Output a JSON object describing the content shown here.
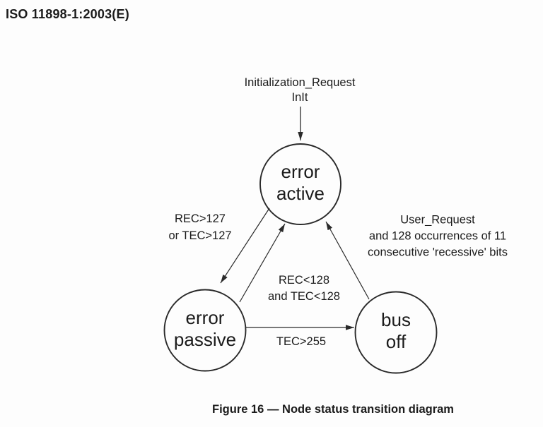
{
  "page": {
    "header": "ISO 11898-1:2003(E)",
    "caption": "Figure 16 — Node status transition diagram"
  },
  "diagram": {
    "states": [
      {
        "id": "error-active",
        "line1": "error",
        "line2": "active"
      },
      {
        "id": "error-passive",
        "line1": "error",
        "line2": "passive"
      },
      {
        "id": "bus-off",
        "line1": "bus",
        "line2": "off"
      }
    ],
    "transitions": {
      "init": {
        "line1": "Initialization_Request",
        "line2": "InIt"
      },
      "active_to_passive": {
        "line1": "REC>127",
        "line2": "or TEC>127"
      },
      "passive_to_active": {
        "line1": "REC<128",
        "line2": "and TEC<128"
      },
      "passive_to_busoff": {
        "label": "TEC>255"
      },
      "busoff_to_active": {
        "line1": "User_Request",
        "line2": "and 128 occurrences of 11",
        "line3": "consecutive 'recessive' bits"
      }
    },
    "colors": {
      "line": "#2a2a2a",
      "text": "#1b1b1b",
      "background": "#fdfdfd"
    }
  }
}
